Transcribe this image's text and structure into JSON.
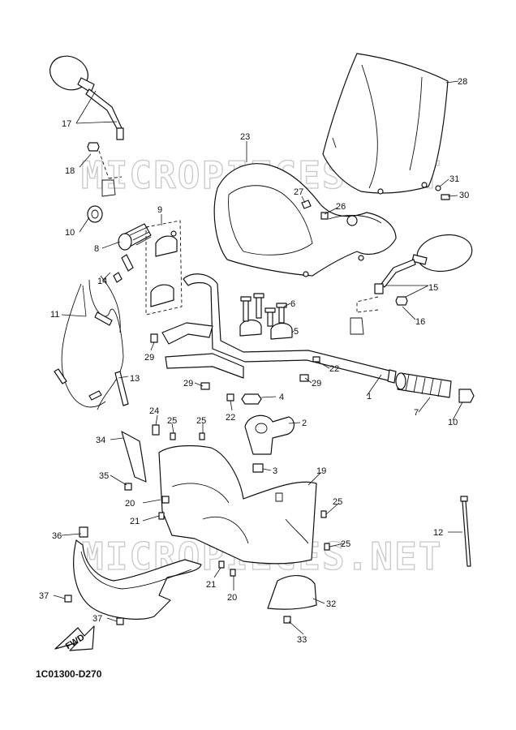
{
  "watermark": "MICROPIECES.NET",
  "diagram_code": "1C01300-D270",
  "fwd_label": "FWD",
  "callouts": {
    "n1": "1",
    "n2": "2",
    "n3": "3",
    "n4": "4",
    "n5": "5",
    "n6": "6",
    "n7": "7",
    "n8": "8",
    "n9": "9",
    "n10a": "10",
    "n10b": "10",
    "n11": "11",
    "n12": "12",
    "n13": "13",
    "n14": "14",
    "n15": "15",
    "n16": "16",
    "n17": "17",
    "n18": "18",
    "n19": "19",
    "n20a": "20",
    "n20b": "20",
    "n21a": "21",
    "n21b": "21",
    "n22a": "22",
    "n22b": "22",
    "n23": "23",
    "n24": "24",
    "n25a": "25",
    "n25b": "25",
    "n25c": "25",
    "n25d": "25",
    "n26": "26",
    "n27": "27",
    "n28": "28",
    "n29a": "29",
    "n29b": "29",
    "n29c": "29",
    "n30": "30",
    "n31": "31",
    "n32": "32",
    "n33": "33",
    "n34": "34",
    "n35": "35",
    "n36": "36",
    "n37a": "37",
    "n37b": "37"
  }
}
